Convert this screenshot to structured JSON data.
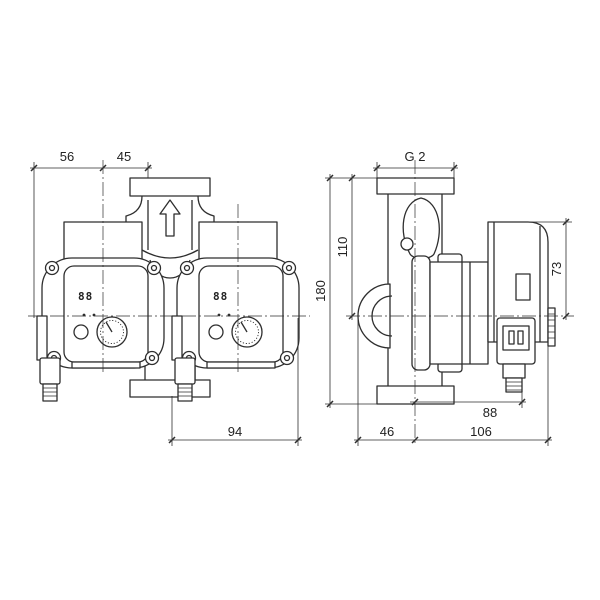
{
  "colors": {
    "line": "#2e2e2e",
    "text": "#222222",
    "background": "#ffffff"
  },
  "front_view": {
    "dimensions": {
      "left": "56",
      "right": "45",
      "head_width": "94"
    },
    "left_pump": {
      "display": "88"
    },
    "right_pump": {
      "display": "88"
    }
  },
  "side_view": {
    "dimensions": {
      "connection": "G 2",
      "total_height": "180",
      "axis_height": "110",
      "module_height": "73",
      "plug_offset": "88",
      "rear": "46",
      "front": "106"
    }
  }
}
